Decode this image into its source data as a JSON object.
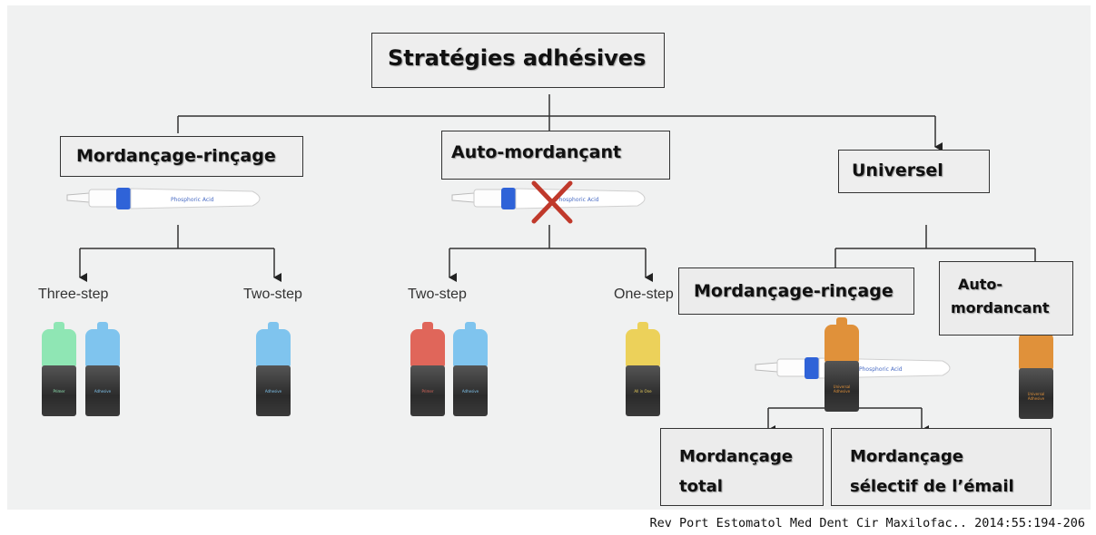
{
  "title": "Stratégies adhésives",
  "branches": {
    "etch_rinse": "Mordançage-rinçage",
    "self_etch": "Auto-mordançant",
    "universal": "Universel"
  },
  "sub_labels": {
    "three_step": "Three-step",
    "two_step_a": "Two-step",
    "two_step_b": "Two-step",
    "one_step": "One-step"
  },
  "universal_modes": {
    "etch_rinse": "Mordançage-rinçage",
    "self_etch_line1": "Auto-",
    "self_etch_line2": "mordancant"
  },
  "etch_modes": {
    "total_line1": "Mordançage",
    "total_line2": "total",
    "selective_line1": "Mordançage",
    "selective_line2": "sélectif de l’émail"
  },
  "syringe_label": "Phosphoric Acid",
  "bottle_labels": {
    "primer": "Primer",
    "adhesive": "Adhesive",
    "se_primer": "Primer",
    "all_in_one": "All in One",
    "universal_adhesive": "Universal Adhesive"
  },
  "colors": {
    "mint": "#8fe6b4",
    "blue": "#7fc4ee",
    "red": "#e0665a",
    "yellow": "#ecd15a",
    "orange": "#e0913a",
    "cross": "#c0392b"
  },
  "citation": "Rev Port Estomatol Med Dent Cir Maxilofac.. 2014:55:194-206"
}
